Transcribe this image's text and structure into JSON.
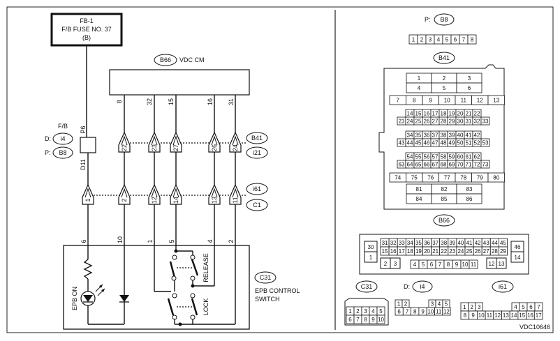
{
  "fuse": {
    "line1": "FB-1",
    "line2": "F/B FUSE NO. 37",
    "line3": "(B)"
  },
  "vdc": {
    "connector": "B66",
    "title": "VDC CM",
    "pins": [
      "8",
      "32",
      "15",
      "16",
      "31"
    ]
  },
  "fb": {
    "title": "F/B",
    "d_label": "D:",
    "d_conn": "i4",
    "p_label": "P:",
    "p_conn": "B8",
    "pin_top": "P6",
    "pin_bot": "D11"
  },
  "conn_b41_i21": {
    "top": "B41",
    "bottom": "i21",
    "pins": [
      "22",
      "23",
      "27",
      "26",
      "24"
    ]
  },
  "conn_i61_c1": {
    "top": "i61",
    "bottom": "C1",
    "pins": [
      "1",
      "2",
      "12",
      "14",
      "13",
      "11"
    ]
  },
  "switch_pins": [
    "6",
    "10",
    "1",
    "5",
    "4",
    "2"
  ],
  "switch": {
    "connector": "C31",
    "title_line1": "EPB CONTROL",
    "title_line2": "SWITCH",
    "led_label": "EPB ON",
    "release_label": "RELEASE",
    "lock_label": "LOCK"
  },
  "right": {
    "b8_label": "P:",
    "b8_conn": "B8",
    "b8_cells": [
      "1",
      "2",
      "3",
      "4",
      "5",
      "6",
      "7",
      "8"
    ],
    "b41_conn": "B41",
    "b41_rows": [
      [
        "1",
        "2",
        "3"
      ],
      [
        "4",
        "5",
        "6"
      ],
      [
        "7",
        "8",
        "9",
        "10",
        "11",
        "12",
        "13"
      ],
      [
        "14",
        "15",
        "16",
        "17",
        "18",
        "19",
        "20",
        "21",
        "22"
      ],
      [
        "23",
        "24",
        "25",
        "26",
        "27",
        "28",
        "29",
        "30",
        "31",
        "32",
        "33"
      ],
      [
        "34",
        "35",
        "36",
        "37",
        "38",
        "39",
        "40",
        "41",
        "42"
      ],
      [
        "43",
        "44",
        "45",
        "46",
        "47",
        "48",
        "49",
        "50",
        "51",
        "52",
        "53"
      ],
      [
        "54",
        "55",
        "56",
        "57",
        "58",
        "59",
        "60",
        "61",
        "62"
      ],
      [
        "63",
        "64",
        "65",
        "66",
        "67",
        "68",
        "69",
        "70",
        "71",
        "72",
        "73"
      ],
      [
        "74",
        "75",
        "76",
        "77",
        "78",
        "79",
        "80"
      ],
      [
        "81",
        "82",
        "83"
      ],
      [
        "84",
        "85",
        "86"
      ]
    ],
    "b66_conn": "B66",
    "b66_rows": [
      [
        "31",
        "32",
        "33",
        "34",
        "35",
        "36",
        "37",
        "38",
        "39",
        "40",
        "41",
        "42",
        "43",
        "44",
        "45"
      ],
      [
        "15",
        "16",
        "17",
        "18",
        "19",
        "20",
        "21",
        "22",
        "23",
        "24",
        "25",
        "26",
        "27",
        "28",
        "29"
      ],
      [
        "4",
        "5",
        "6",
        "7",
        "8",
        "9",
        "10",
        "11"
      ]
    ],
    "b66_side": {
      "l1": "30",
      "l2": "1",
      "l3": "2",
      "l4": "3",
      "r1": "46",
      "r2": "14",
      "r3": "12",
      "r4": "13"
    },
    "c31_conn": "C31",
    "c31_rows": [
      [
        "1",
        "2",
        "3",
        "4",
        "5"
      ],
      [
        "6",
        "7",
        "8",
        "9",
        "10"
      ]
    ],
    "i4_label": "D:",
    "i4_conn": "i4",
    "i4_rows": [
      [
        "1",
        "2",
        "3",
        "4",
        "5"
      ],
      [
        "6",
        "7",
        "8",
        "9",
        "10",
        "11",
        "12"
      ]
    ],
    "i61_conn": "i61",
    "i61_rows": [
      [
        "1",
        "2",
        "3",
        "4",
        "5",
        "6",
        "7"
      ],
      [
        "8",
        "9",
        "10",
        "11",
        "12",
        "13",
        "14",
        "15",
        "16",
        "17"
      ]
    ]
  },
  "diagram_code": "VDC10646"
}
